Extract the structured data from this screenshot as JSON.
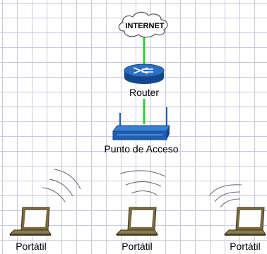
{
  "nodes": {
    "internet": {
      "label": "INTERNET",
      "icon": "cloud-icon"
    },
    "router": {
      "label": "Router",
      "icon": "router-icon"
    },
    "access_point": {
      "label": "Punto de Acceso",
      "icon": "wireless-access-point-icon"
    },
    "laptops": [
      {
        "label": "Portátil",
        "icon": "laptop-icon"
      },
      {
        "label": "Portátil",
        "icon": "laptop-icon"
      },
      {
        "label": "Portátil",
        "icon": "laptop-icon"
      }
    ]
  },
  "links": [
    {
      "from": "internet",
      "to": "router",
      "color": "#33cc33"
    },
    {
      "from": "router",
      "to": "access_point",
      "color": "#33cc33"
    }
  ],
  "colors": {
    "link": "#33cc33",
    "device_blue": "#1e5fb4",
    "laptop_body": "#7a6a40",
    "grid": "#c9c9dc"
  }
}
